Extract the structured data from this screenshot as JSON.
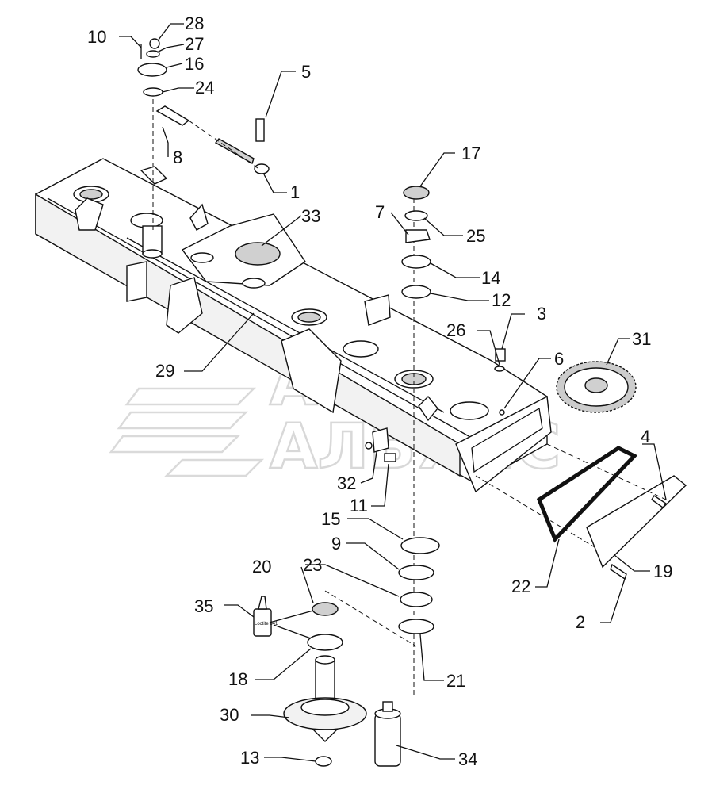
{
  "watermark": {
    "line1": "АВТО",
    "line2": "АЛЬЯНС"
  },
  "callouts": {
    "c1": "1",
    "c2": "2",
    "c3": "3",
    "c4": "4",
    "c5": "5",
    "c6": "6",
    "c7": "7",
    "c8": "8",
    "c9": "9",
    "c10": "10",
    "c11": "11",
    "c12": "12",
    "c13": "13",
    "c14": "14",
    "c15": "15",
    "c16": "16",
    "c17": "17",
    "c18": "18",
    "c19": "19",
    "c20": "20",
    "c21": "21",
    "c22": "22",
    "c23": "23",
    "c24": "24",
    "c25": "25",
    "c26": "26",
    "c27": "27",
    "c28": "28",
    "c29": "29",
    "c30": "30",
    "c31": "31",
    "c32": "32",
    "c33": "33",
    "c34": "34",
    "c35": "35"
  },
  "loctite_label": "Loctite 641"
}
